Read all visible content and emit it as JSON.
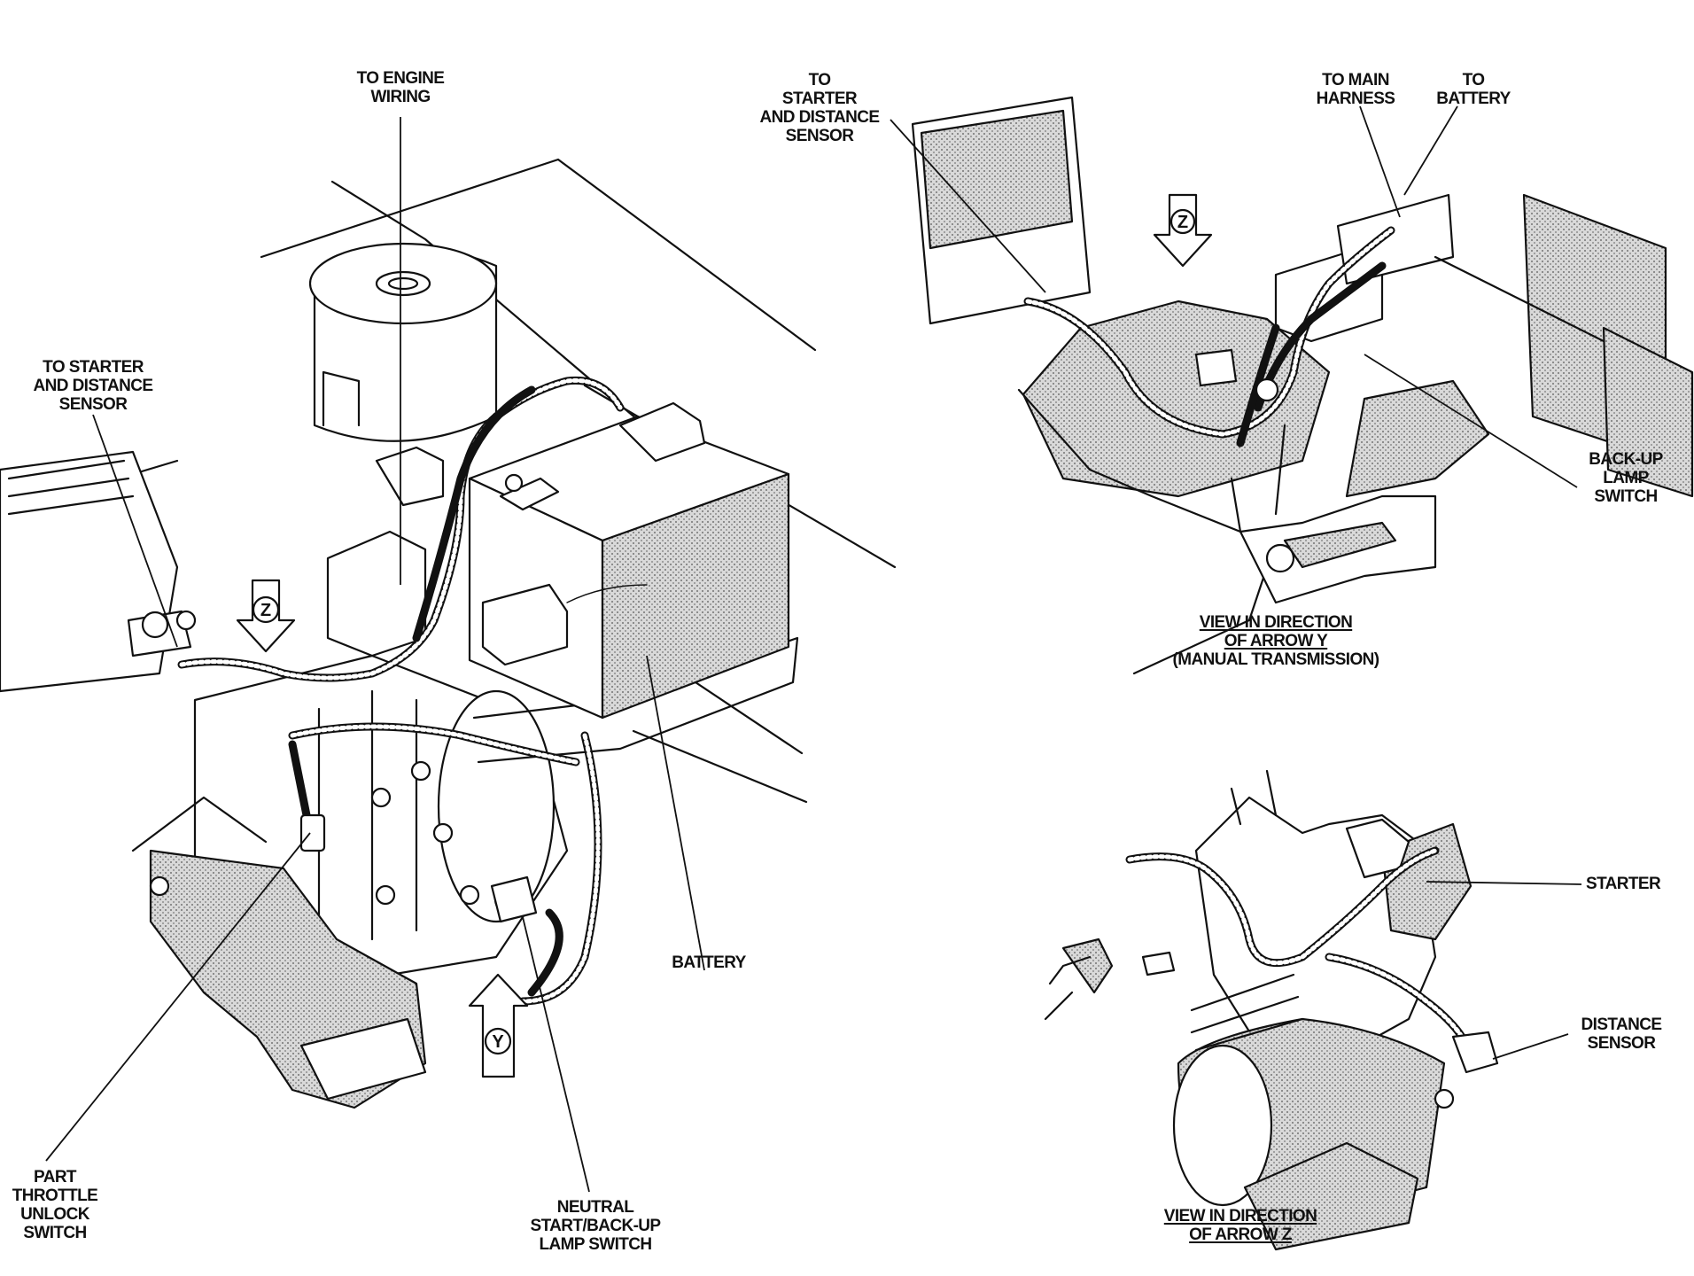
{
  "labels": {
    "to_engine_wiring": [
      "TO ENGINE",
      "WIRING"
    ],
    "to_starter_left": [
      "TO STARTER",
      "AND DISTANCE",
      "SENSOR"
    ],
    "battery": "BATTERY",
    "part_throttle": [
      "PART",
      "THROTTLE",
      "UNLOCK",
      "SWITCH"
    ],
    "neutral_start": [
      "NEUTRAL",
      "START/BACK-UP",
      "LAMP SWITCH"
    ],
    "to_starter_right": [
      "TO",
      "STARTER",
      "AND DISTANCE",
      "SENSOR"
    ],
    "to_main_harness": [
      "TO MAIN",
      "HARNESS"
    ],
    "to_battery": [
      "TO",
      "BATTERY"
    ],
    "backup_lamp": [
      "BACK-UP",
      "LAMP",
      "SWITCH"
    ],
    "view_y": [
      "VIEW IN DIRECTION",
      "OF ARROW Y",
      "(MANUAL TRANSMISSION)"
    ],
    "starter": "STARTER",
    "distance_sensor": [
      "DISTANCE",
      "SENSOR"
    ],
    "view_z": [
      "VIEW IN DIRECTION",
      "OF ARROW Z"
    ]
  },
  "arrows": {
    "z_main": "Z",
    "y_main": "Y",
    "z_inset": "Z"
  }
}
